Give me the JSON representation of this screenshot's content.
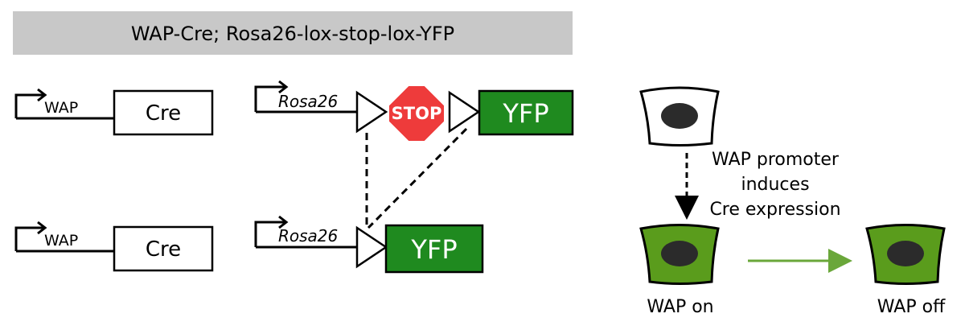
{
  "title": "WAP-Cre; Rosa26-lox-stop-lox-YFP",
  "row1": {
    "wap_label": "WAP",
    "cre_label": "Cre",
    "rosa_label": "Rosa26",
    "stop_label": "STOP",
    "yfp_label": "YFP"
  },
  "row2": {
    "wap_label": "WAP",
    "cre_label": "Cre",
    "rosa_label": "Rosa26",
    "yfp_label": "YFP"
  },
  "cells": {
    "caption_line1": "WAP promoter",
    "caption_line2": "induces",
    "caption_line3": "Cre expression",
    "wap_on_label": "WAP on",
    "wap_off_label": "WAP off"
  },
  "colors": {
    "title_bar": "#c8c8c8",
    "yfp_green": "#1f8a1f",
    "stop_red": "#ee3b3b",
    "cell_green": "#5a9c1c",
    "nucleus": "#2b2b2b",
    "arrow_green": "#6aa73a"
  }
}
